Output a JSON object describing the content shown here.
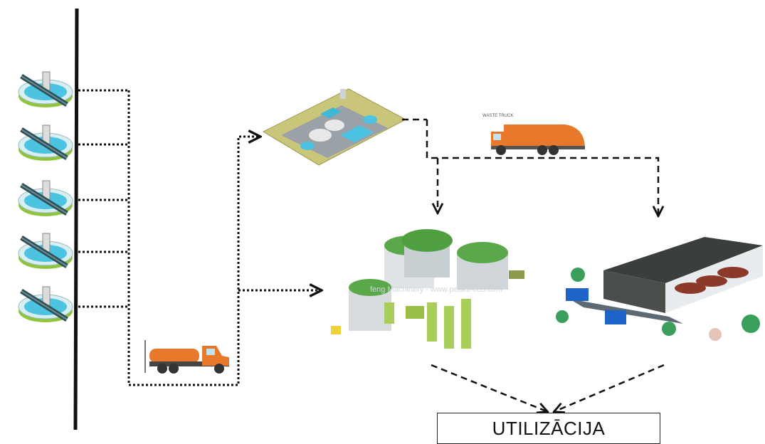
{
  "diagram": {
    "output_label": "UTILIZĀCIJA",
    "garbage_truck_caption": "WASTE TRUCK",
    "watermark": "feng Machinery · www.peaks-eco.com",
    "source_count": 5,
    "colors": {
      "pool_water": "#4cc3e0",
      "pool_ring": "#8fc43c",
      "truck": "#e8782a",
      "digester_dome": "#5aa84a",
      "barn_roof": "#3b3f3c",
      "line": "#111111"
    }
  }
}
